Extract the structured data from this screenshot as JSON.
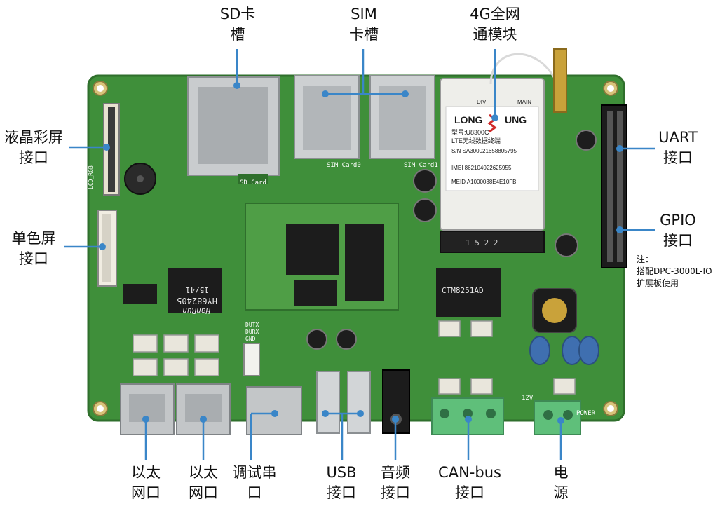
{
  "labels": {
    "sd_slot": "SD卡\n槽",
    "sim_slot": "SIM\n卡槽",
    "module_4g": "4G全网\n通模块",
    "lcd_color": "液晶彩屏\n接口",
    "lcd_mono": "单色屏\n接口",
    "uart": "UART\n接口",
    "gpio": "GPIO\n接口",
    "note": "注：\n搭配DPC-3000L-IO\n扩展板使用",
    "eth1": "以太\n网口",
    "eth2": "以太\n网口",
    "debug": "调试串\n口",
    "usb": "USB\n接口",
    "audio": "音频\n接口",
    "can": "CAN-bus\n接口",
    "power": "电\n源"
  },
  "board": {
    "sd_card": "SD Card",
    "sim_card0": "SIM Card0",
    "sim_card1": "SIM Card1",
    "module_brand_left": "LONG",
    "module_brand_right": "UNG",
    "module_model": "型号:U8300C",
    "module_lte": "LTE无线数据终端",
    "module_sn": "S/N SA300021658805795",
    "module_imei": "IMEI 862104022625955",
    "module_meid": "MEID A1000038E4E10FB",
    "module_div": "DIV",
    "module_main": "MAIN",
    "chip_hy": "HY682405",
    "chip_num": "15/41",
    "chip_hanrun": "HanRun",
    "chip_ctm": "CTM8251AD",
    "debug_pins": "DUTX\nDURX\nGND",
    "pwr_12v": "12V",
    "pwr_label": "POWER",
    "lcd_rgb": "LCD_RGB",
    "mini_slot": "1 5 2 2"
  },
  "colors": {
    "pcb": "#3f8f3a",
    "pcb_dark": "#2f6f2c",
    "pcb_light": "#58a84e",
    "pointer": "#3a86c8",
    "metal": "#bfc3c6",
    "chip": "#1c1c1c",
    "terminal": "#5fbf7a"
  }
}
